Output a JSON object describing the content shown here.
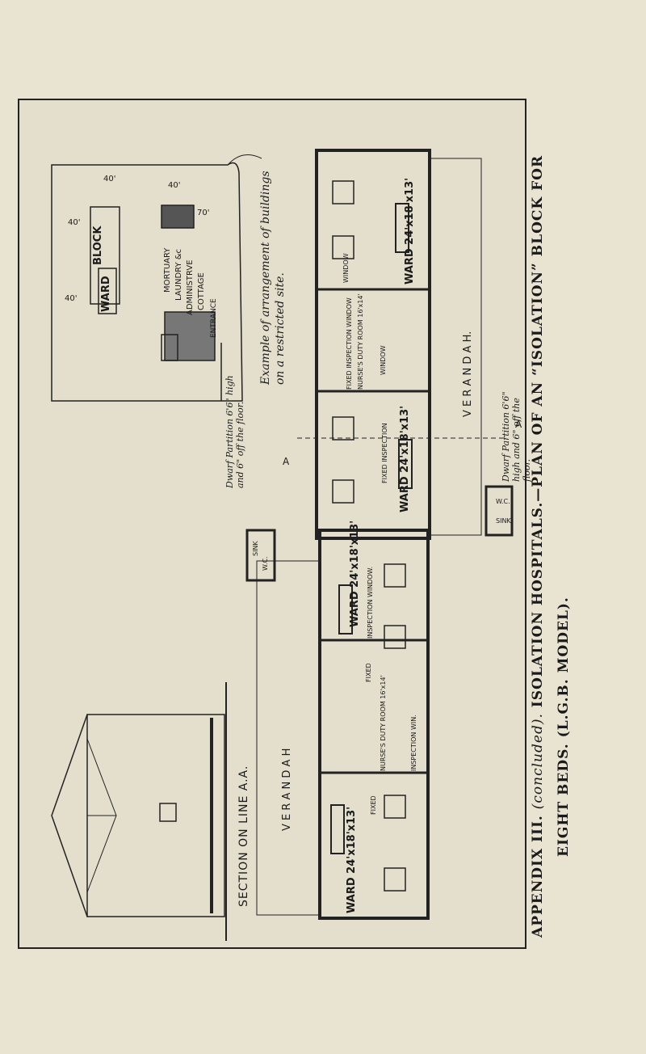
{
  "caption": {
    "line1_italic": "(concluded).",
    "line1_prefix": "APPENDIX III.",
    "line1_rest": "ISOLATION HOSPITALS.—PLAN OF AN “ISOLATION” BLOCK FOR",
    "line2": "EIGHT BEDS. (L.G.B. MODEL)."
  },
  "site_plan": {
    "title": "Example of arrangement of buildings on a restricted site.",
    "labels": {
      "block": "BLOCK",
      "ward": "WARD",
      "mortuary": "MORTUARY",
      "laundry": "LAUNDRY &c",
      "admin": "ADMINISTRVE",
      "cottage": "COTTAGE",
      "entrance": "ENTRANCE",
      "dim_a": "40'",
      "dim_b": "40'",
      "dim_c": "40'",
      "dim_d": "40'",
      "dim_e": "70'"
    }
  },
  "plan": {
    "ward_top_right": "WARD 24'x18'x13'",
    "window": "WINDOW",
    "fixed_window_top": "FIXED INSPECTION WINDOW",
    "nurse_room_top": "NURSE'S DUTY ROOM 16'x14'",
    "window_small": "WINDOW",
    "fixed_top_middle": "FIXED INSPECTION",
    "ward_top_middle": "WARD 24'x18'x13'",
    "veranda_top": "V E R A N D A H.",
    "partition_top": "Dwarf Partition 6'6\" high and 6\" off the floor.",
    "wc_top": "W.C.",
    "sink_top": "SINK",
    "marker_a_right": "A",
    "marker_a_left": "A",
    "sink_mid": "SINK",
    "wc_mid": "W.C.",
    "partition_left": "Dwarf Partition 6'6\" high and 6\" off the floor.",
    "ward_bottom_left": "WARD 24'x18'x13'",
    "inspection_window": "INSPECTION WINDOW.",
    "fixed_bottom": "FIXED",
    "nurse_room_bottom": "NURSE'S DUTY ROOM 16'x14'",
    "inspection_win": "INSPECTION WIN.",
    "fixed_bottom2": "FIXED",
    "ward_bottom_right": "WARD 24'x18'x13'",
    "veranda_bottom": "V E R A N D A H"
  },
  "section": {
    "title": "SECTION ON LINE A.A."
  },
  "colors": {
    "paper": "#e9e4d2",
    "ink": "#1a1a1a",
    "wall": "#222222"
  }
}
